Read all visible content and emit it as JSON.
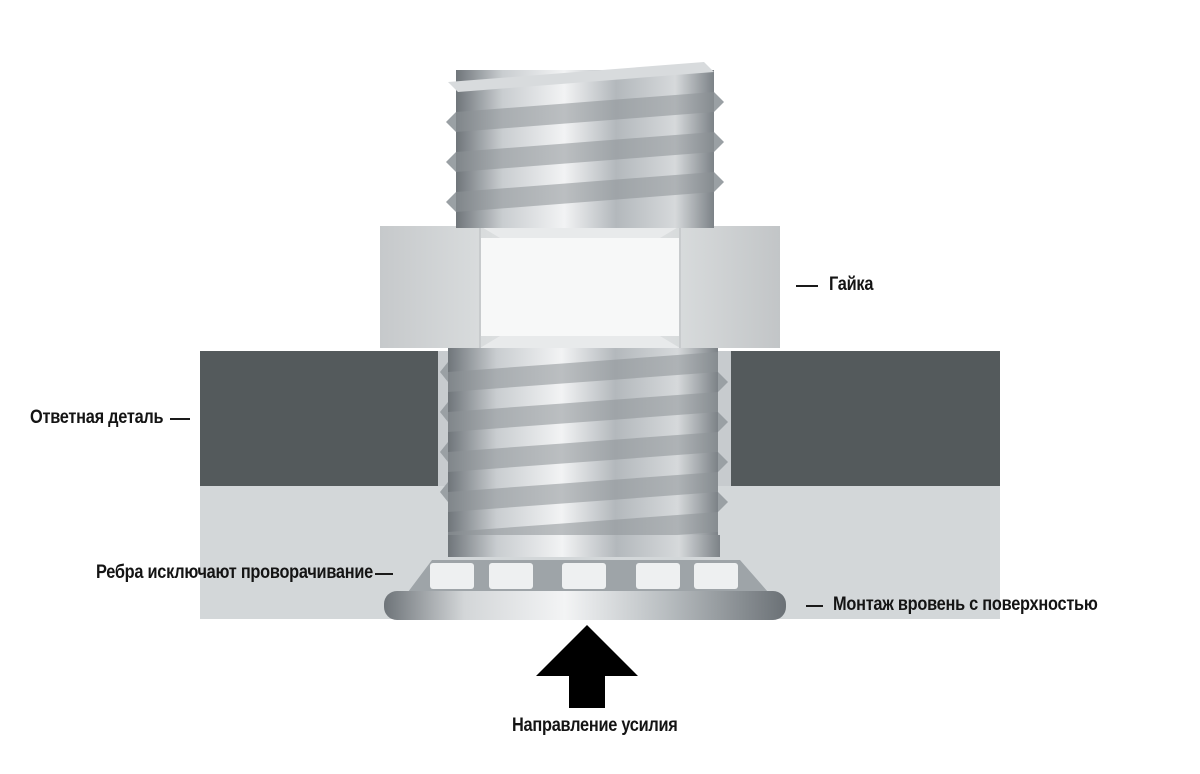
{
  "diagram": {
    "labels": {
      "nut": "Гайка",
      "mating_part": "Ответная деталь",
      "ribs": "Ребра исключают проворачивание",
      "flush_mount": "Монтаж вровень с поверхностью",
      "force_direction": "Направление усилия"
    },
    "icons": {
      "arrow": "arrow-up-icon"
    },
    "colors": {
      "mating_part": "#545a5c",
      "base_panel": "#d3d7d9",
      "nut": "#d9dcdd",
      "thread_steel": "#b9bec2",
      "arrow": "#000000",
      "text": "#141414"
    }
  }
}
